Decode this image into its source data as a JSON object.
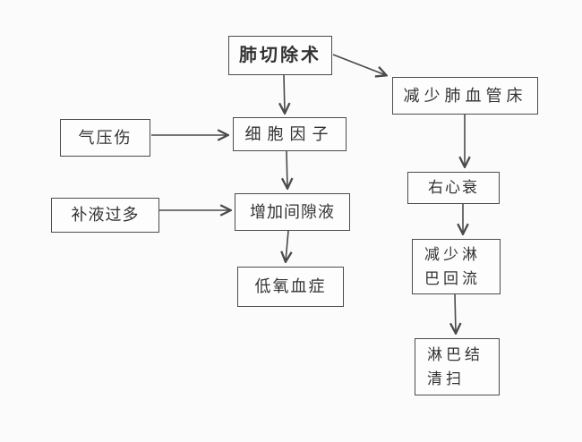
{
  "diagram": {
    "background_color": "#fbfbfb",
    "line_color": "#4a4a4a",
    "box_border_color": "#4c4c4c",
    "nodes": {
      "pneumonectomy": {
        "label": "肺切除术"
      },
      "reduced_pulmonary_vascular_bed": {
        "label": "减少肺血管床"
      },
      "cytokines": {
        "label": "细胞因子"
      },
      "barotrauma": {
        "label": "气压伤"
      },
      "fluid_overload": {
        "label": "补液过多"
      },
      "increased_interstitial_fluid": {
        "label": "增加间隙液"
      },
      "hypoxemia": {
        "label": "低氧血症"
      },
      "right_heart_failure": {
        "label": "右心衰"
      },
      "reduced_lymphatic_return": {
        "label": "减少淋巴回流"
      },
      "lymph_node_dissection": {
        "label": "淋巴结清扫"
      }
    },
    "edges": [
      {
        "from": "pneumonectomy",
        "to": "cytokines"
      },
      {
        "from": "pneumonectomy",
        "to": "reduced_pulmonary_vascular_bed"
      },
      {
        "from": "barotrauma",
        "to": "cytokines"
      },
      {
        "from": "cytokines",
        "to": "increased_interstitial_fluid"
      },
      {
        "from": "fluid_overload",
        "to": "increased_interstitial_fluid"
      },
      {
        "from": "increased_interstitial_fluid",
        "to": "hypoxemia"
      },
      {
        "from": "reduced_pulmonary_vascular_bed",
        "to": "right_heart_failure"
      },
      {
        "from": "right_heart_failure",
        "to": "reduced_lymphatic_return"
      },
      {
        "from": "reduced_lymphatic_return",
        "to": "lymph_node_dissection"
      }
    ]
  }
}
